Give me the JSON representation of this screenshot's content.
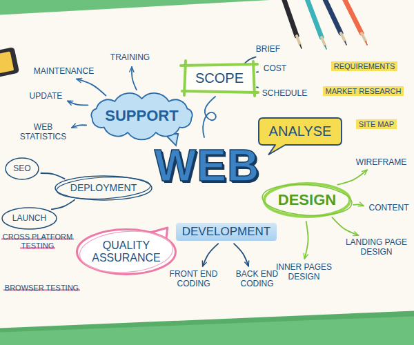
{
  "diagram": {
    "nodes": [
      {
        "text": [
          "SUPPORT"
        ]
      },
      {
        "text": [
          "TRAINING"
        ]
      },
      {
        "text": [
          "MAINTENANCE"
        ]
      },
      {
        "text": [
          "UPDATE"
        ]
      },
      {
        "text": [
          "WEB STATISTICS"
        ]
      },
      {
        "text": [
          "SCOPE"
        ]
      },
      {
        "text": [
          "BRIEF"
        ]
      },
      {
        "text": [
          "COST"
        ]
      },
      {
        "text": [
          "SCHEDULE"
        ]
      },
      {
        "text": [
          "ANALYSE"
        ]
      },
      {
        "text": [
          "REQUIREMENTS"
        ]
      },
      {
        "text": [
          "MARKET RESEARCH"
        ]
      },
      {
        "text": [
          "SITE MAP"
        ]
      },
      {
        "text": [
          "DEPLOYMENT"
        ]
      },
      {
        "text": [
          "SEO"
        ]
      },
      {
        "text": [
          "LAUNCH"
        ]
      },
      {
        "text": [
          "DESIGN"
        ]
      },
      {
        "text": [
          "WIREFRAME"
        ]
      },
      {
        "text": [
          "CONTENT"
        ]
      },
      {
        "text": [
          "LANDING PAGE DESIGN"
        ]
      },
      {
        "text": [
          "INNER PAGES DESIGN"
        ]
      },
      {
        "text": [
          "DEVELOPMENT"
        ]
      },
      {
        "text": [
          "FRONT END CODING"
        ]
      },
      {
        "text": [
          "BACK END CODING"
        ]
      },
      {
        "text": [
          "QUALITY ASSURANCE"
        ]
      },
      {
        "text": [
          "CROSS PLATFORM TESTING"
        ]
      },
      {
        "text": [
          "BROWSER TESTING"
        ]
      }
    ],
    "edges": [
      {
        "from": 0,
        "to": 1,
        "arrow": "to"
      },
      {
        "from": 0,
        "to": 2,
        "arrow": "to"
      },
      {
        "from": 0,
        "to": 3,
        "arrow": "to"
      },
      {
        "from": 0,
        "to": 4,
        "arrow": "to"
      },
      {
        "from": 5,
        "to": 6,
        "arrow": "none"
      },
      {
        "from": 5,
        "to": 7,
        "arrow": "none"
      },
      {
        "from": 5,
        "to": 8,
        "arrow": "none"
      },
      {
        "from": 13,
        "to": 14,
        "arrow": "none"
      },
      {
        "from": 13,
        "to": 15,
        "arrow": "none"
      },
      {
        "from": 16,
        "to": 17,
        "arrow": "to"
      },
      {
        "from": 16,
        "to": 18,
        "arrow": "to"
      },
      {
        "from": 16,
        "to": 19,
        "arrow": "to"
      },
      {
        "from": 16,
        "to": 20,
        "arrow": "to"
      },
      {
        "from": 21,
        "to": 22,
        "arrow": "to"
      },
      {
        "from": 21,
        "to": 23,
        "arrow": "to"
      }
    ],
    "labels": [
      "WEB"
    ]
  }
}
